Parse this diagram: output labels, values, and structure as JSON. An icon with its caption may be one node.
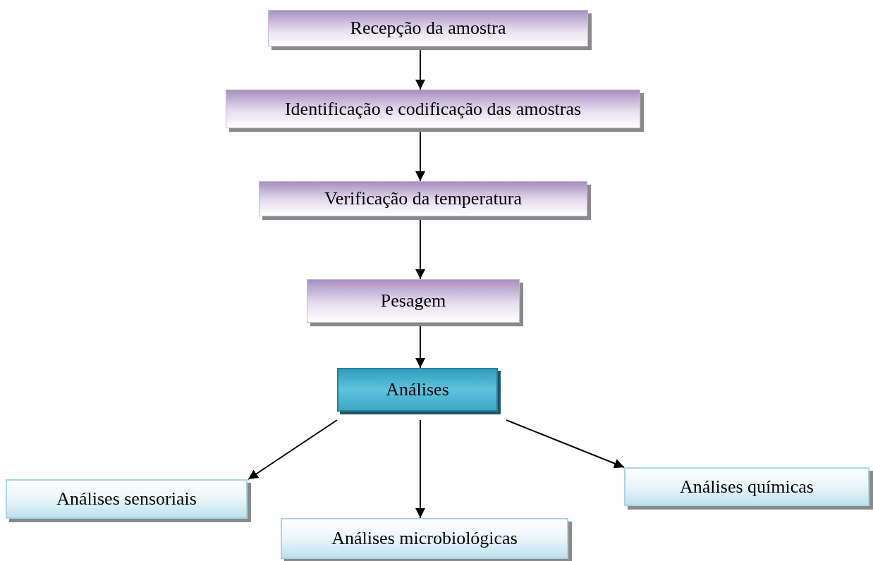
{
  "diagram": {
    "nodes": [
      {
        "text": [
          "Recepção da amostra"
        ]
      },
      {
        "text": [
          "Identificação e codificação das amostras"
        ]
      },
      {
        "text": [
          "Verificação da temperatura"
        ]
      },
      {
        "text": [
          "Pesagem"
        ]
      },
      {
        "text": [
          "Análises"
        ]
      },
      {
        "text": [
          "Análises sensoriais"
        ]
      },
      {
        "text": [
          "Análises microbiológicas"
        ]
      },
      {
        "text": [
          "Análises químicas"
        ]
      }
    ],
    "edges": [
      {
        "from": 0,
        "to": 1,
        "arrow": "to"
      },
      {
        "from": 1,
        "to": 2,
        "arrow": "to"
      },
      {
        "from": 2,
        "to": 3,
        "arrow": "to"
      },
      {
        "from": 3,
        "to": 4,
        "arrow": "to"
      },
      {
        "from": 4,
        "to": 5,
        "arrow": "to"
      },
      {
        "from": 4,
        "to": 6,
        "arrow": "to"
      },
      {
        "from": 4,
        "to": 7,
        "arrow": "to"
      }
    ]
  }
}
